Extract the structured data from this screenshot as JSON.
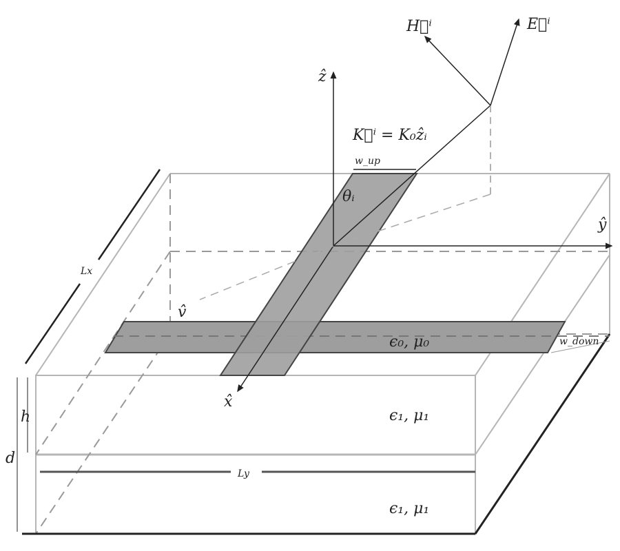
{
  "labels": {
    "H_field": "H⃗ⁱ",
    "E_field": "E⃗ⁱ",
    "z_axis": "ẑ",
    "y_axis": "ŷ",
    "x_axis": "x̂",
    "v_axis": "v̂",
    "wave_vector": "K⃗ⁱ = K₀ẑᵢ",
    "incidence_angle": "θᵢ",
    "width_up": "w_up",
    "width_down": "w_down",
    "length_x": "Lx",
    "length_y": "Ly",
    "height_h": "h",
    "depth_d": "d",
    "medium_top": "ϵ₀, μ₀",
    "medium_mid": "ϵ₁, μ₁",
    "medium_bottom": "ϵ₁, μ₁"
  },
  "colors": {
    "strip": "#9e9e9e",
    "line": "#333333",
    "light": "#b5b5b5"
  }
}
